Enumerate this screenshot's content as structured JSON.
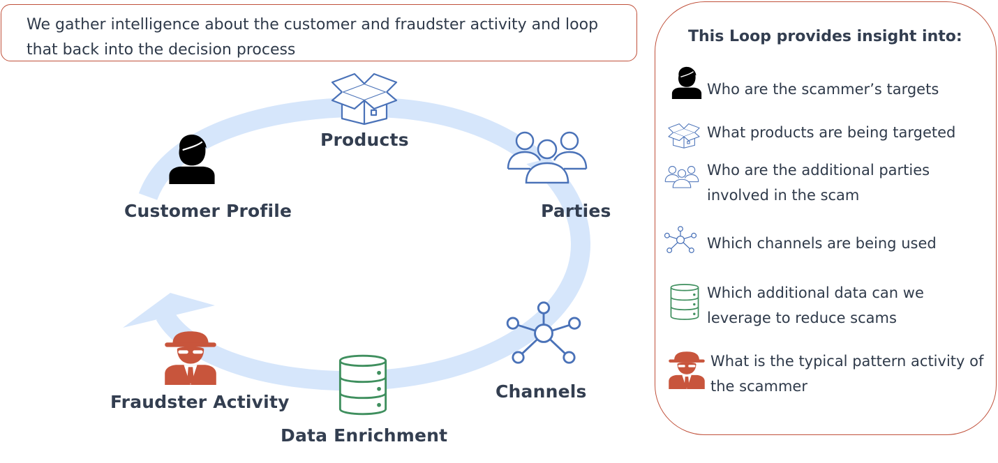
{
  "header": {
    "text": "We gather intelligence about the customer and fraudster activity and loop that back into the decision process"
  },
  "loop": {
    "nodes": [
      {
        "key": "customer_profile",
        "label": "Customer Profile",
        "icon": "person-icon"
      },
      {
        "key": "products",
        "label": "Products",
        "icon": "box-icon"
      },
      {
        "key": "parties",
        "label": "Parties",
        "icon": "group-icon"
      },
      {
        "key": "channels",
        "label": "Channels",
        "icon": "network-icon"
      },
      {
        "key": "data_enrichment",
        "label": "Data Enrichment",
        "icon": "database-icon"
      },
      {
        "key": "fraudster_activity",
        "label": "Fraudster Activity",
        "icon": "spy-icon"
      }
    ]
  },
  "panel": {
    "title": "This Loop provides insight into:",
    "items": [
      {
        "icon": "person-icon",
        "text": "Who are the scammer’s targets"
      },
      {
        "icon": "box-icon",
        "text": "What products are being targeted"
      },
      {
        "icon": "group-icon",
        "text": "Who are the additional parties involved in the scam"
      },
      {
        "icon": "network-icon",
        "text": "Which channels are being used"
      },
      {
        "icon": "database-icon",
        "text": "Which additional data can we leverage to reduce scams"
      },
      {
        "icon": "spy-icon",
        "text": "What is the typical pattern activity of the scammer"
      }
    ]
  },
  "colors": {
    "border": "#c0503a",
    "loop_arrow": "#d6e6fb",
    "icon_blue": "#4a72b8",
    "icon_green": "#3f8f5e",
    "spy_red": "#c8553c",
    "text": "#2f3a4a"
  }
}
